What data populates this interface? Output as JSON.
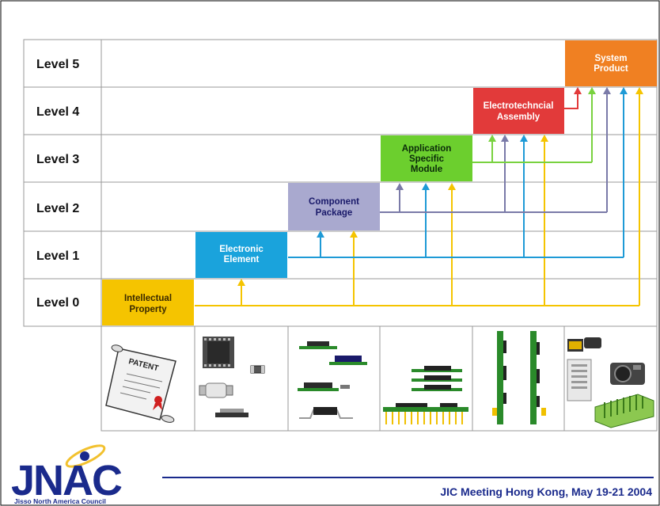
{
  "levels": [
    "Level 0",
    "Level 1",
    "Level 2",
    "Level 3",
    "Level 4",
    "Level 5"
  ],
  "boxes": [
    {
      "lines": [
        "Intellectual",
        "Property"
      ],
      "color": "#f5c400"
    },
    {
      "lines": [
        "Electronic",
        "Element"
      ],
      "color": "#1aa3dc"
    },
    {
      "lines": [
        "Component",
        "Package"
      ],
      "color": "#a9a9cf"
    },
    {
      "lines": [
        "Application",
        "Specific",
        "Module"
      ],
      "color": "#6ccf2e"
    },
    {
      "lines": [
        "Electrotechncial",
        "Assembly"
      ],
      "color": "#e23a3a"
    },
    {
      "lines": [
        "System",
        "Product"
      ],
      "color": "#f08022"
    }
  ],
  "arrow_colors": {
    "level0": "#f5c400",
    "level1": "#1e9ad6",
    "level2": "#7a7aa8",
    "level3": "#79d23f",
    "level4": "#e23a3a"
  },
  "icons": {
    "patent_label": "PATENT"
  },
  "footer": {
    "logo": "JNAC",
    "logo_subtitle": "Jisso North America Council",
    "meeting": "JIC Meeting Hong Kong, May 19-21 2004"
  },
  "colors": {
    "navy": "#1a2a8c",
    "logo_yellow": "#f2c12e"
  }
}
